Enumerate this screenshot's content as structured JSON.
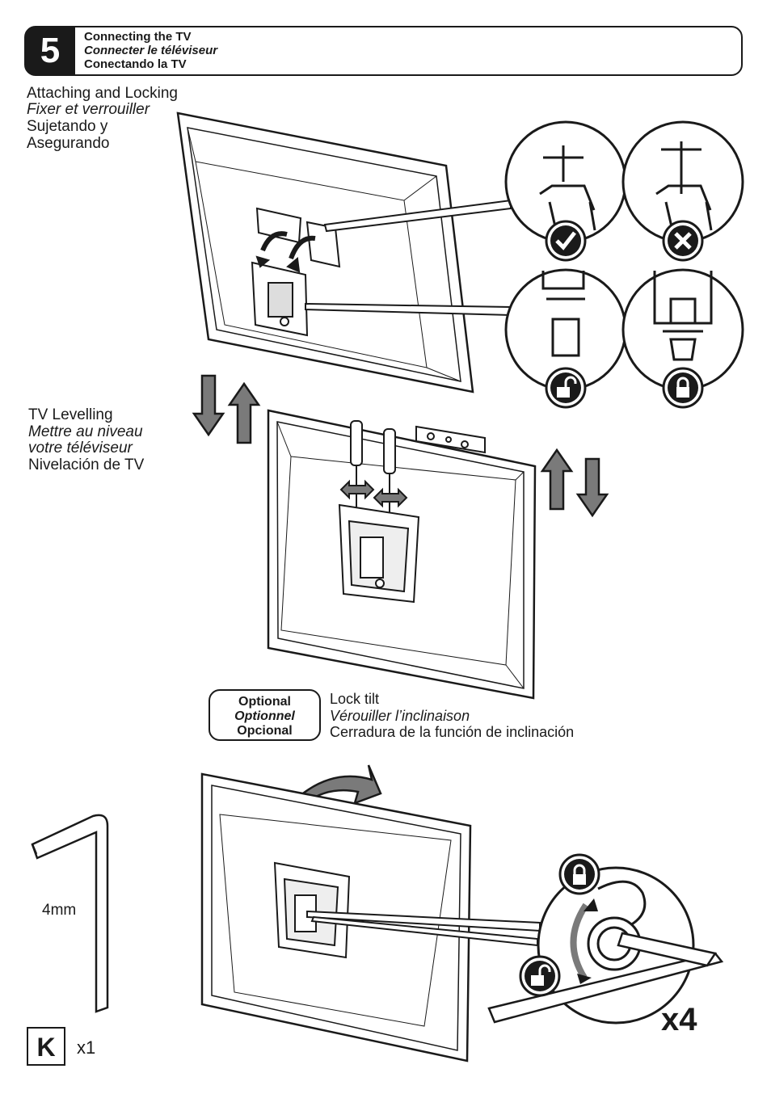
{
  "step": {
    "number": "5",
    "title_en": "Connecting the TV",
    "title_fr": "Connecter le téléviseur",
    "title_es": "Conectando la TV"
  },
  "attach": {
    "line1": "Attaching and Locking",
    "line2": "Fixer et verrouiller",
    "line3": "Sujetando y",
    "line4": "Asegurando"
  },
  "levelling": {
    "line1": "TV Levelling",
    "line2": "Mettre au niveau",
    "line3": "votre téléviseur",
    "line4": "Nivelación de TV"
  },
  "optional": {
    "en": "Optional",
    "fr": "Optionnel",
    "es": "Opcional"
  },
  "lock_tilt": {
    "en": "Lock tilt",
    "fr": "Vérouiller l’inclinaison",
    "es": "Cerradura de la función de inclinación"
  },
  "tool": {
    "size": "4mm",
    "letter": "K",
    "quantity": "x1"
  },
  "multiplier": "x4",
  "icons": [
    "check-icon",
    "cross-icon",
    "unlock-icon",
    "lock-icon",
    "tilt-arrow-icon",
    "hex-key-icon"
  ],
  "colors": {
    "ink": "#1a1a1a",
    "arrow_fill": "#7a7a7a",
    "screen": "#f2f2f2"
  }
}
